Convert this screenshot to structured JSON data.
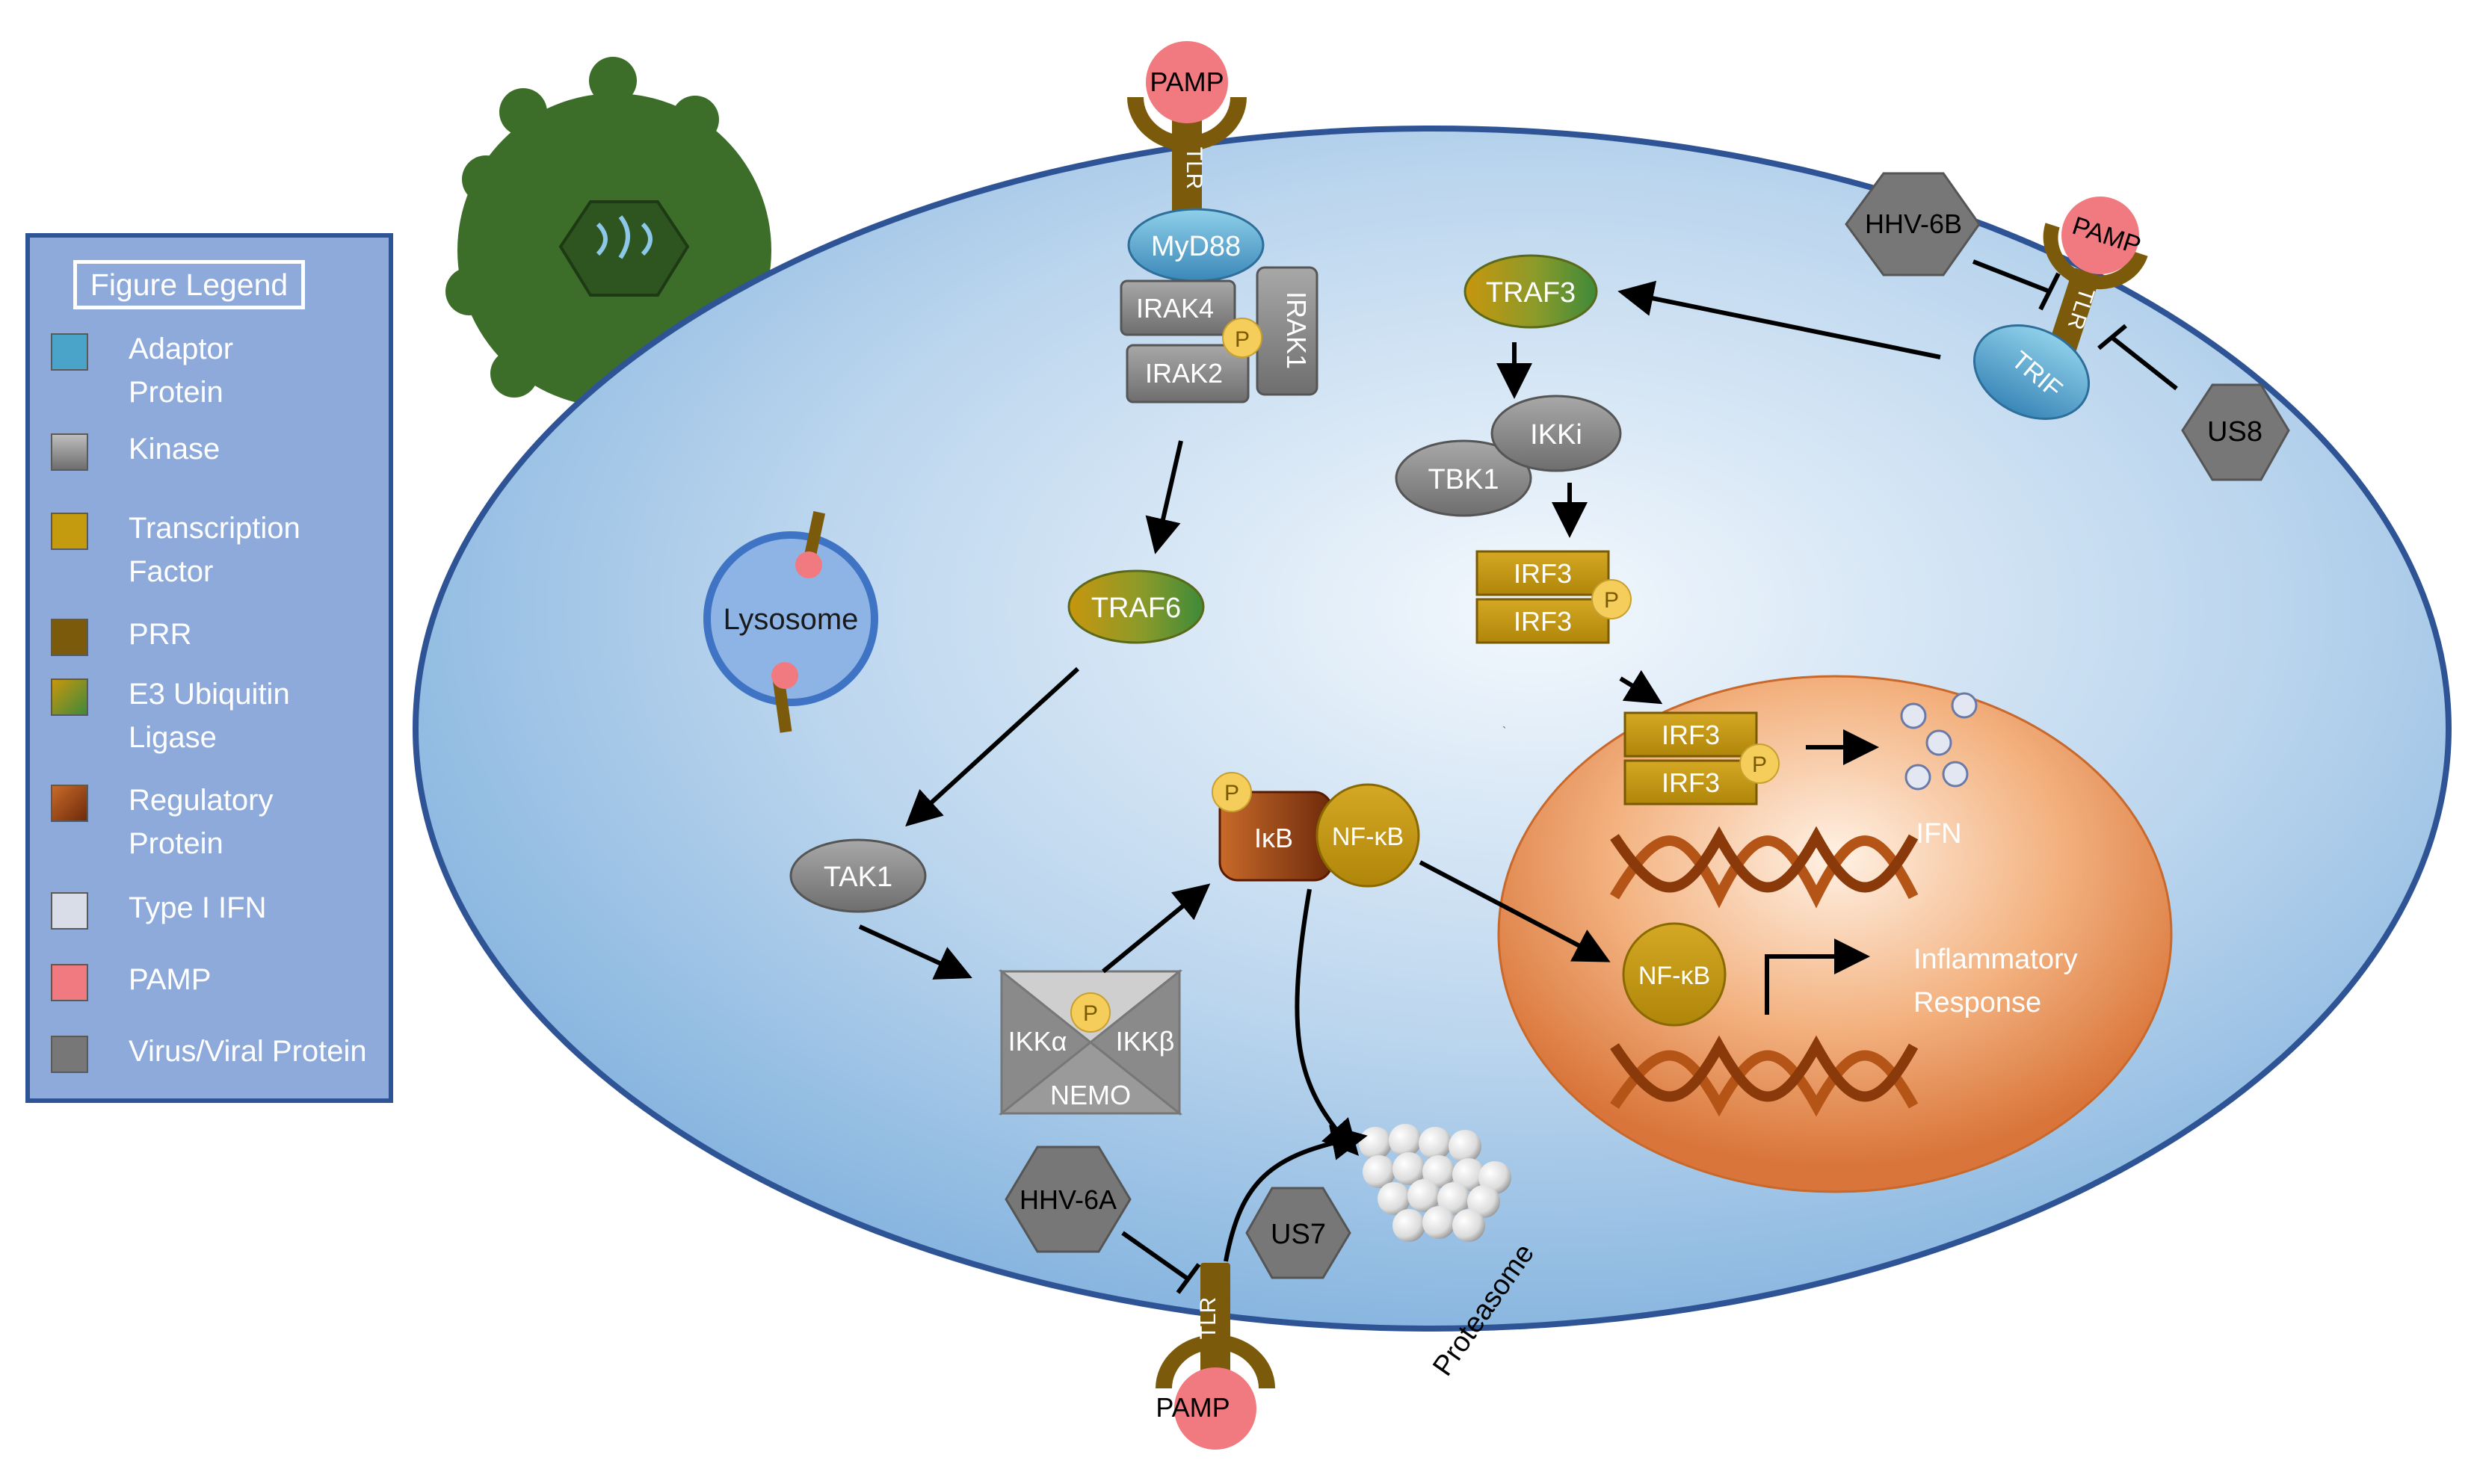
{
  "legend": {
    "title": "Figure Legend",
    "items": [
      {
        "key": "adaptor",
        "line1": "Adaptor",
        "line2": "Protein",
        "color": "#4aa3c8"
      },
      {
        "key": "kinase",
        "line1": "Kinase",
        "line2": "",
        "color": "#8a8a8a"
      },
      {
        "key": "tf",
        "line1": "Transcription",
        "line2": "Factor",
        "color": "#c49a0e"
      },
      {
        "key": "prr",
        "line1": "PRR",
        "line2": "",
        "color": "#7b5a0c"
      },
      {
        "key": "e3",
        "line1": "E3 Ubiquitin",
        "line2": "Ligase",
        "color": "#b8a020"
      },
      {
        "key": "reg",
        "line1": "Regulatory",
        "line2": "Protein",
        "color": "#9a4016"
      },
      {
        "key": "ifn",
        "line1": "Type I IFN",
        "line2": "",
        "color": "#d8dde8"
      },
      {
        "key": "pamp",
        "line1": "PAMP",
        "line2": "",
        "color": "#f07a80"
      },
      {
        "key": "viral",
        "line1": "Virus/Viral Protein",
        "line2": "",
        "color": "#777777"
      }
    ]
  },
  "colors": {
    "membrane": "#2f5496",
    "cell_fill": "#bcd6ee",
    "nucleus": "#e8935a",
    "virus": "#3c6e2a",
    "pamp": "#f07a80",
    "prr": "#7b5a0c",
    "kinase": "#8a8a8a",
    "tf": "#c49a0e",
    "phospho": "#f5cd5a",
    "viral_protein": "#777777",
    "dna": "#b45416",
    "ifn_dot": "#e2e7f2"
  },
  "labels": {
    "pamp": "PAMP",
    "tlr": "TLR",
    "myd88": "MyD88",
    "irak4": "IRAK4",
    "irak2": "IRAK2",
    "irak1": "IRAK1",
    "p": "P",
    "traf6": "TRAF6",
    "tak1": "TAK1",
    "ikka": "IKKα",
    "ikkb": "IKKβ",
    "nemo": "NEMO",
    "ikb": "IκB",
    "nfkb": "NF-κB",
    "lysosome": "Lysosome",
    "traf3": "TRAF3",
    "ikki": "IKKi",
    "tbk1": "TBK1",
    "irf3": "IRF3",
    "trif": "TRIF",
    "hhv6b": "HHV-6B",
    "us8": "US8",
    "hhv6a": "HHV-6A",
    "us7": "US7",
    "proteasome": "Proteasome",
    "ifn": "IFN",
    "inflammatory_line1": "Inflammatory",
    "inflammatory_line2": "Response"
  }
}
